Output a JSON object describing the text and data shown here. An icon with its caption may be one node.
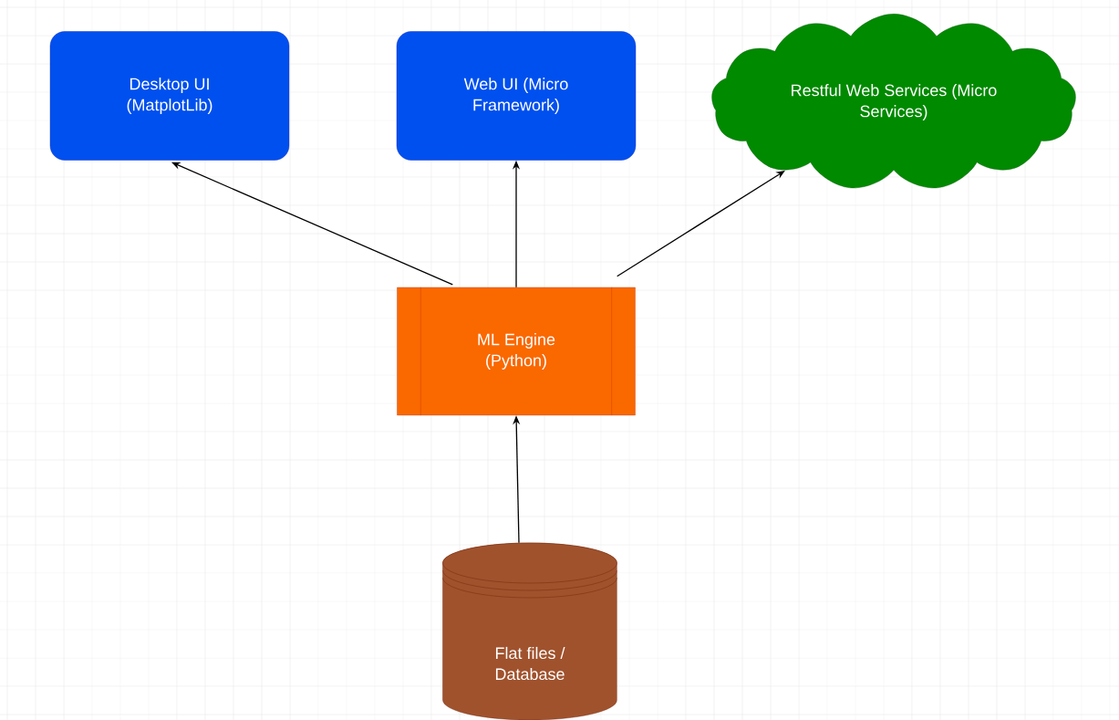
{
  "diagram": {
    "nodes": [
      {
        "text": [
          "Desktop UI (MatplotLib)"
        ]
      },
      {
        "text": [
          "Web UI (Micro Framework)"
        ]
      },
      {
        "text": [
          "Restful Web Services (Micro Services)"
        ]
      },
      {
        "text": [
          "ML Engine (Python)"
        ]
      },
      {
        "text": [
          "Flat files / Database"
        ]
      }
    ],
    "edges": [
      {
        "from": 3,
        "to": 0,
        "arrow": "to"
      },
      {
        "from": 3,
        "to": 1,
        "arrow": "to"
      },
      {
        "from": 3,
        "to": 2,
        "arrow": "to"
      },
      {
        "from": 4,
        "to": 3,
        "arrow": "to"
      }
    ]
  }
}
